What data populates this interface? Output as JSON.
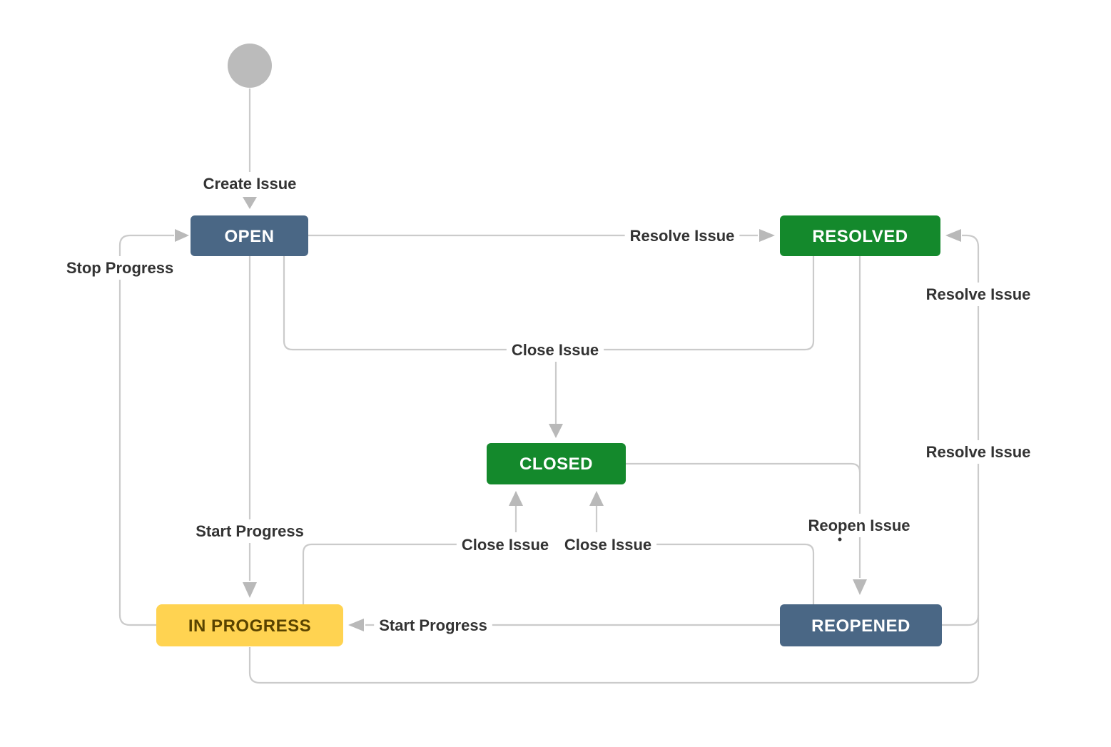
{
  "diagram": {
    "type": "workflow-state-diagram",
    "colors": {
      "background": "#FFFFFF",
      "edge_line": "#CBCBCB",
      "arrowhead": "#B9B9B9",
      "label_text": "#333333",
      "start_node": "#BBBBBB",
      "status_blue_gray": "#4A6785",
      "status_green": "#14892C",
      "status_yellow": "#FFD351",
      "status_yellow_text": "#594300",
      "status_text_light": "#FFFFFF"
    },
    "nodes": {
      "start": {
        "shape": "circle",
        "label": ""
      },
      "open": {
        "label": "OPEN",
        "color": "#4A6785",
        "text_color": "#FFFFFF"
      },
      "in_progress": {
        "label": "IN PROGRESS",
        "color": "#FFD351",
        "text_color": "#594300"
      },
      "resolved": {
        "label": "RESOLVED",
        "color": "#14892C",
        "text_color": "#FFFFFF"
      },
      "closed": {
        "label": "CLOSED",
        "color": "#14892C",
        "text_color": "#FFFFFF"
      },
      "reopened": {
        "label": "REOPENED",
        "color": "#4A6785",
        "text_color": "#FFFFFF"
      }
    },
    "edges": [
      {
        "id": "create-issue",
        "label": "Create Issue",
        "from": "start",
        "to": "open"
      },
      {
        "id": "resolve-issue-open",
        "label": "Resolve Issue",
        "from": "open",
        "to": "resolved"
      },
      {
        "id": "stop-progress",
        "label": "Stop Progress",
        "from": "in_progress",
        "to": "open"
      },
      {
        "id": "start-progress-open",
        "label": "Start Progress",
        "from": "open",
        "to": "in_progress"
      },
      {
        "id": "close-issue-open-resolved",
        "label": "Close Issue",
        "from": "open, resolved",
        "to": "closed"
      },
      {
        "id": "close-issue-in-progress",
        "label": "Close Issue",
        "from": "in_progress",
        "to": "closed"
      },
      {
        "id": "close-issue-reopened",
        "label": "Close Issue",
        "from": "reopened",
        "to": "closed"
      },
      {
        "id": "reopen-issue",
        "label": "Reopen Issue",
        "from": "resolved, closed",
        "to": "reopened"
      },
      {
        "id": "start-progress-reopened",
        "label": "Start Progress",
        "from": "reopened",
        "to": "in_progress"
      },
      {
        "id": "resolve-issue-reopened",
        "label": "Resolve Issue",
        "from": "reopened",
        "to": "resolved"
      },
      {
        "id": "resolve-issue-in-progress",
        "label": "Resolve Issue",
        "from": "in_progress",
        "to": "resolved"
      }
    ]
  }
}
